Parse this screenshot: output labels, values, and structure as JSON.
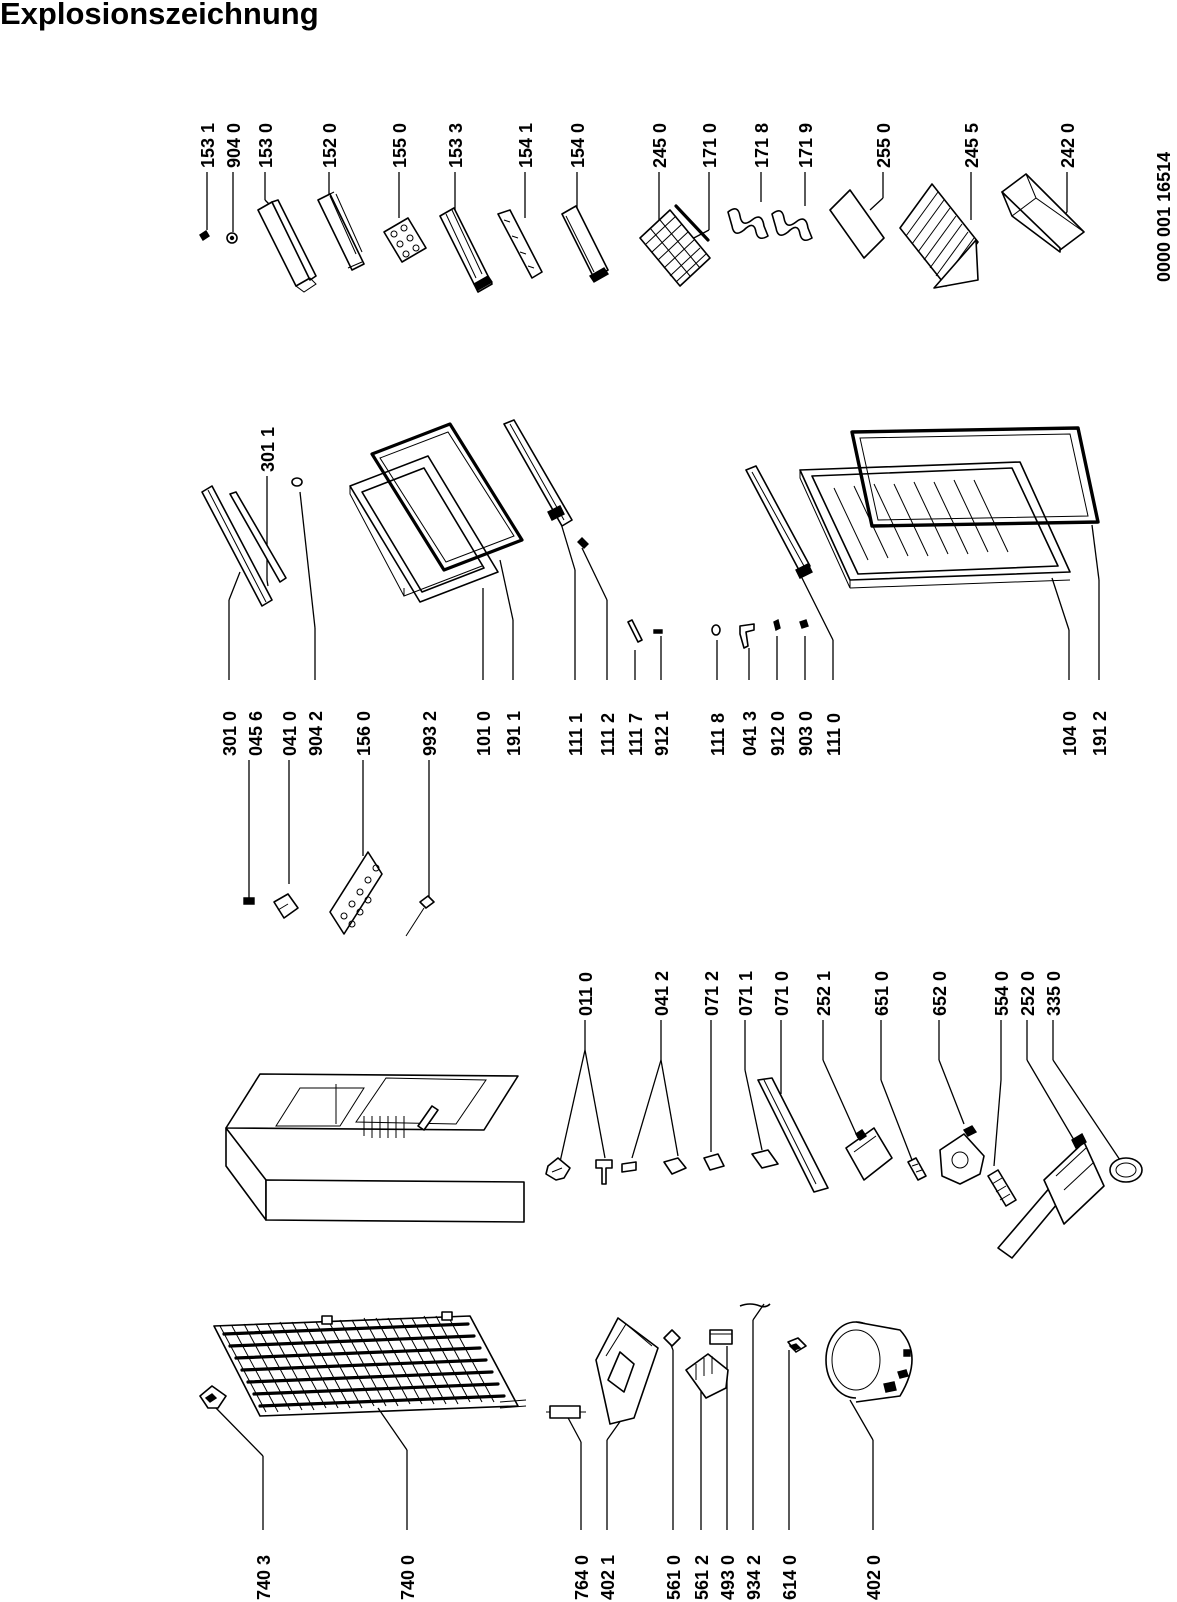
{
  "title": "Explosionszeichnung",
  "document_code": "0000 001 16514",
  "part_numbers": {
    "p1531": "153 1",
    "p9040": "904 0",
    "p1530": "153 0",
    "p1520": "152 0",
    "p1550": "155 0",
    "p1533": "153 3",
    "p1541": "154 1",
    "p1540": "154 0",
    "p2450": "245 0",
    "p1710": "171 0",
    "p1718": "171 8",
    "p1719": "171 9",
    "p2550": "255 0",
    "p2455": "245 5",
    "p2420": "242 0",
    "p3011": "301 1",
    "p3010": "301 0",
    "p0456": "045 6",
    "p0410": "041 0",
    "p9042": "904 2",
    "p1560": "156 0",
    "p9932": "993 2",
    "p1010": "101 0",
    "p1911": "191 1",
    "p1111": "111 1",
    "p1112": "111 2",
    "p1117": "111 7",
    "p9121": "912 1",
    "p1118": "111 8",
    "p0413": "041 3",
    "p9120": "912 0",
    "p9030": "903 0",
    "p1110": "111 0",
    "p1040": "104 0",
    "p1912": "191 2",
    "p0110": "011 0",
    "p0412": "041 2",
    "p0712": "071 2",
    "p0711": "071 1",
    "p0710": "071 0",
    "p2521": "252 1",
    "p6510": "651 0",
    "p6520": "652 0",
    "p5540": "554 0",
    "p2520": "252 0",
    "p3350": "335 0",
    "p7403": "740 3",
    "p7400": "740 0",
    "p7640": "764 0",
    "p4021": "402 1",
    "p5610": "561 0",
    "p5612": "561 2",
    "p4930": "493 0",
    "p9342": "934 2",
    "p6140": "614 0",
    "p4020": "402 0"
  }
}
